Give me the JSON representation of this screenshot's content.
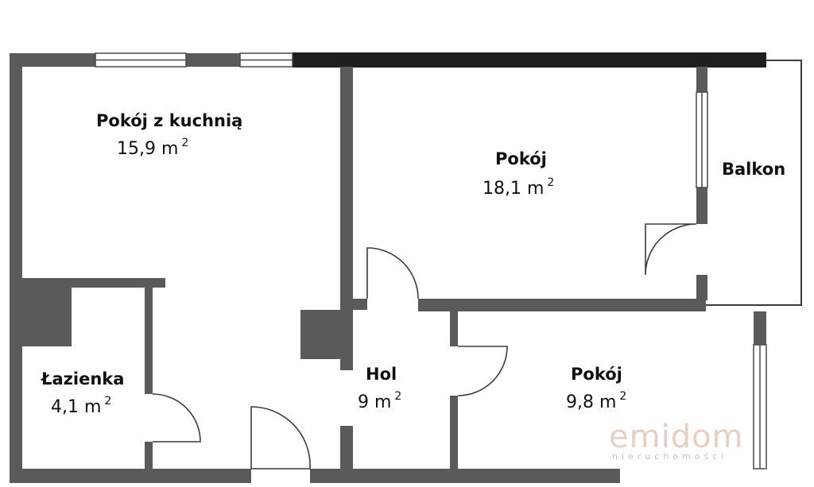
{
  "rooms": {
    "living_kitchen": {
      "name": "Pokój z kuchnią",
      "area": "15,9 m",
      "exp": "2"
    },
    "room_large": {
      "name": "Pokój",
      "area": "18,1 m",
      "exp": "2"
    },
    "balcony": {
      "name": "Balkon"
    },
    "bathroom": {
      "name": "Łazienka",
      "area": "4,1 m",
      "exp": "2"
    },
    "hall": {
      "name": "Hol",
      "area": "9 m",
      "exp": "2"
    },
    "room_small": {
      "name": "Pokój",
      "area": "9,8 m",
      "exp": "2"
    }
  },
  "watermark": {
    "brand": "emidom",
    "tagline": "nieruchomości"
  },
  "colors": {
    "wall": "#595959",
    "wall_dark": "#1e1e1e",
    "line": "#3c3c3c",
    "window": "#ffffff"
  }
}
